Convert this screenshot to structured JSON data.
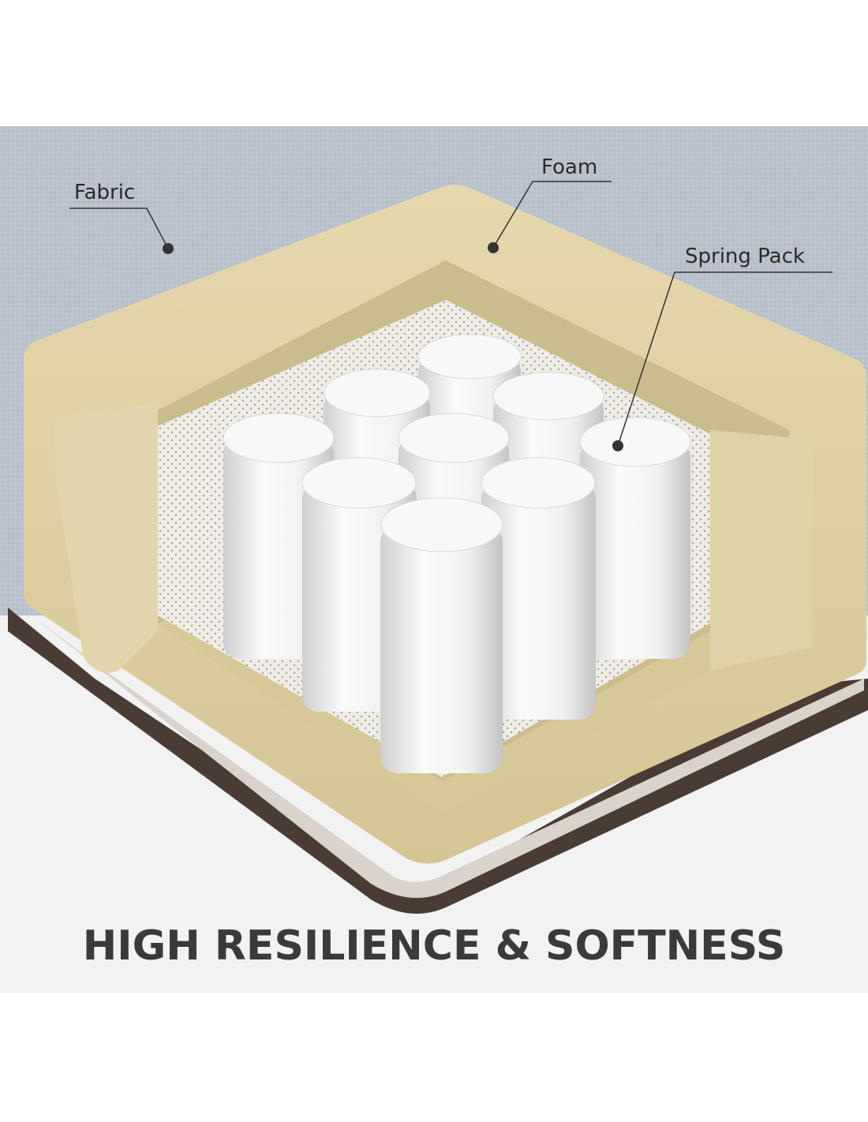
{
  "labels": {
    "fabric": "Fabric",
    "foam": "Foam",
    "spring_pack": "Spring Pack"
  },
  "headline": "HIGH RESILIENCE & SOFTNESS",
  "colors": {
    "page_background": "#ffffff",
    "lower_background": "#f2f2f2",
    "fabric": "#b9c1cd",
    "foam": "#dfd1a5",
    "foam_shadow": "#cbbc8e",
    "base_border": "#4a3c34",
    "base_fill": "#d9d3cc",
    "spring_cover": "#f4f4f4",
    "callout_line": "#333333",
    "headline_text": "#3a3a3a"
  }
}
